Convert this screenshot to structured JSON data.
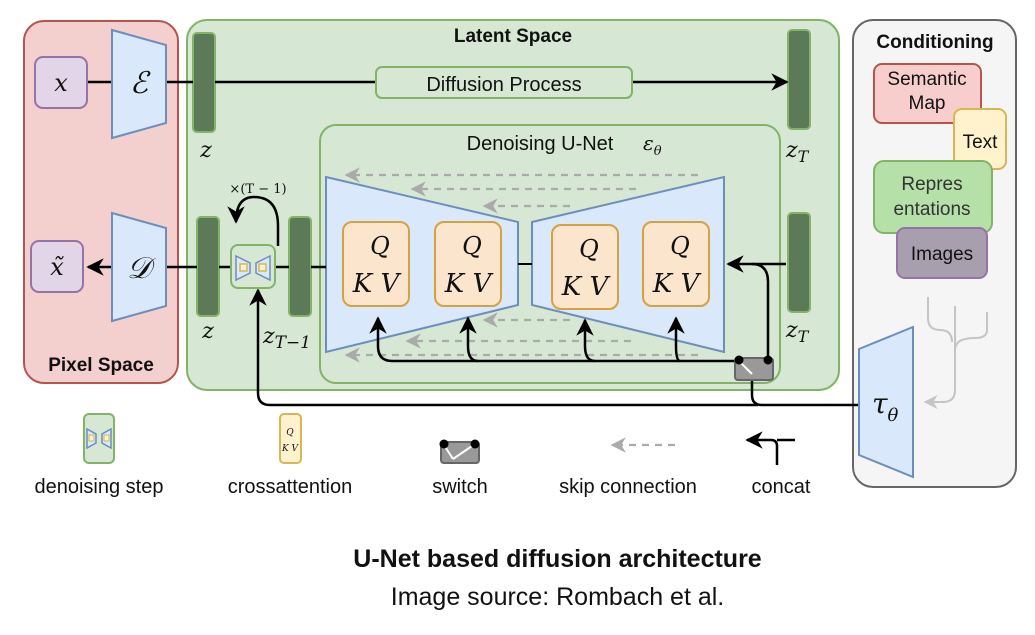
{
  "regions": {
    "pixel_space": "Pixel Space",
    "latent_space": "Latent Space",
    "conditioning": "Conditioning",
    "unet": "Denoising U-Net",
    "unet_symbol": "εθ"
  },
  "nodes": {
    "x": "x",
    "x_tilde": "x̃",
    "encoder": "ℰ",
    "decoder": "𝒟",
    "z_top": "z",
    "z_bottom": "z",
    "zT_top": "z",
    "zT_top_sub": "T",
    "zT_bottom": "z",
    "zT_bottom_sub": "T",
    "zT1": "z",
    "zT1_sub": "T−1",
    "loop_label": "×(T − 1)",
    "diffusion_process": "Diffusion Process",
    "tau": "τ",
    "tau_sub": "θ",
    "q": "Q",
    "kv": "K V"
  },
  "conditioning_items": {
    "semantic_map": [
      "Semantic",
      "Map"
    ],
    "text": "Text",
    "representations": [
      "Repres",
      "entations"
    ],
    "images": "Images"
  },
  "legend": [
    {
      "icon": "denoising-step-icon",
      "label": "denoising step"
    },
    {
      "icon": "crossattention-icon",
      "label": "crossattention"
    },
    {
      "icon": "switch-icon",
      "label": "switch"
    },
    {
      "icon": "skip-connection-icon",
      "label": "skip connection"
    },
    {
      "icon": "concat-icon",
      "label": "concat"
    }
  ],
  "caption": {
    "title": "U-Net based diffusion architecture",
    "source": "Image source: Rombach et al."
  },
  "colors": {
    "pixel_fill": "#f3cfcd",
    "pixel_stroke": "#b85450",
    "latent_fill": "#d6e8d4",
    "latent_stroke": "#82b366",
    "cond_fill": "#f5f5f5",
    "cond_stroke": "#666666",
    "trap_fill": "#dae8fc",
    "trap_stroke": "#6c8ebf",
    "z_fill": "#5c7a58",
    "attn_fill": "#fce5cd",
    "attn_stroke": "#d6a23e",
    "x_fill": "#e1d5e7",
    "x_stroke": "#9673a6"
  }
}
